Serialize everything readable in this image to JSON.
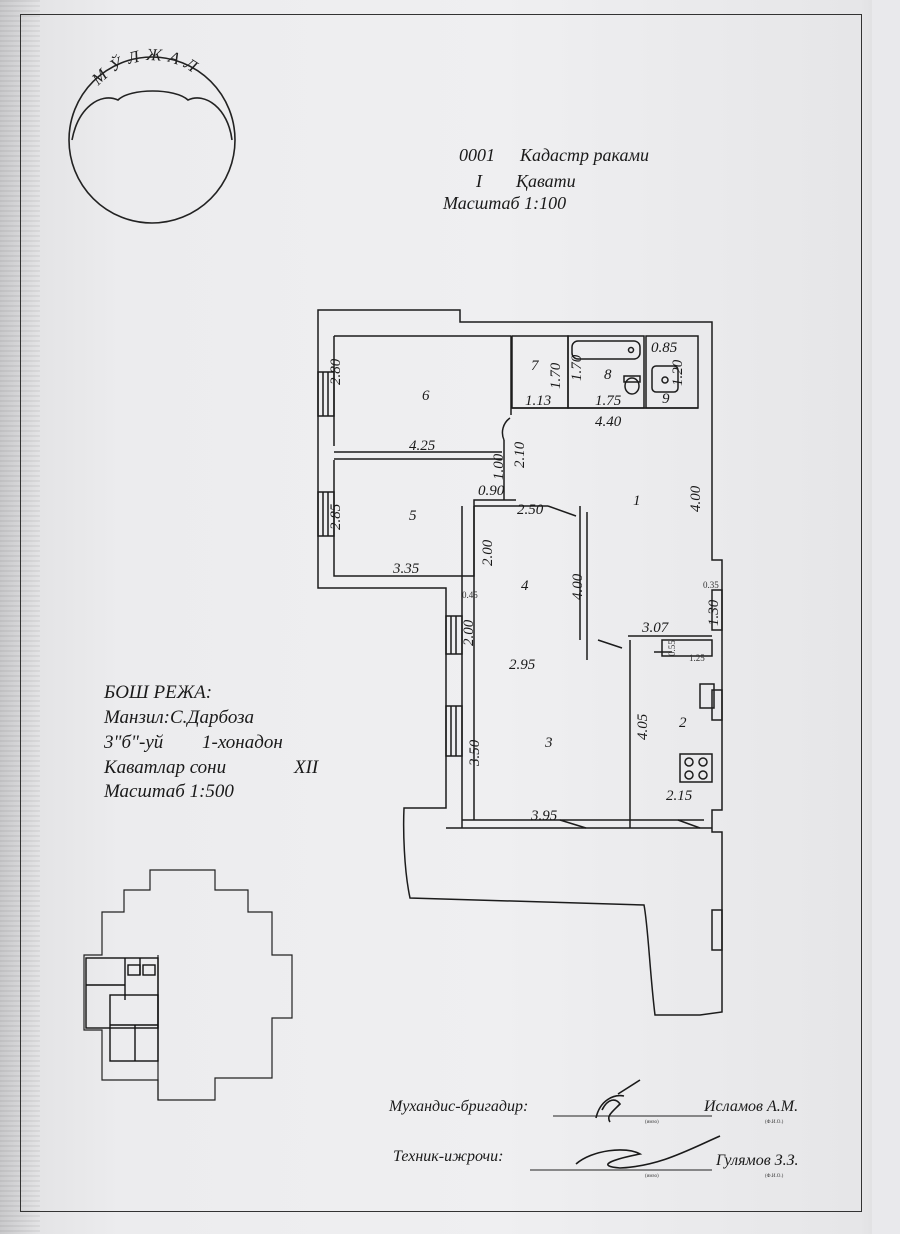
{
  "seal": {
    "text": "МЎЛЖАЛ"
  },
  "header": {
    "cadastre_number": "0001",
    "cadastre_label": "Кадастр раками",
    "floor_number": "I",
    "floor_label": "Қавати",
    "scale": "Масштаб 1:100"
  },
  "plan": {
    "rooms": [
      {
        "number": "1"
      },
      {
        "number": "2"
      },
      {
        "number": "3"
      },
      {
        "number": "4"
      },
      {
        "number": "5"
      },
      {
        "number": "6"
      },
      {
        "number": "7"
      },
      {
        "number": "8"
      },
      {
        "number": "9"
      }
    ],
    "dimensions": {
      "d1": "2.80",
      "d2": "4.25",
      "d3": "2.85",
      "d4": "3.35",
      "d5": "1.70",
      "d6": "1.13",
      "d7": "1.70",
      "d8": "1.75",
      "d9": "0.85",
      "d10": "1.20",
      "d11": "4.40",
      "d12": "2.10",
      "d13": "1.00",
      "d14": "0.90",
      "d15": "2.50",
      "d16": "4.00",
      "d17": "2.00",
      "d18": "4.00",
      "d19": "0.45",
      "d20": "2.00",
      "d21": "2.95",
      "d22": "0.35",
      "d23": "1.30",
      "d24": "3.07",
      "d25": "0.55",
      "d26": "1.25",
      "d27": "4.05",
      "d28": "3.50",
      "d29": "2.15",
      "d30": "3.95"
    }
  },
  "general_plan": {
    "title": "БОШ РЕЖА:",
    "address": "Манзил:С.Дарбоза",
    "building": "3\"б\"-уй",
    "apartment": "1-хонадон",
    "floors_label": "Каватлар сони",
    "floors_value": "XII",
    "scale": "Масштаб 1:500"
  },
  "signatures": {
    "engineer_role": "Мухандис-бригадир:",
    "engineer_name": "Исламов А.М.",
    "technician_role": "Техник-ижрочи:",
    "technician_name": "Гулямов З.З.",
    "caption_sign": "(имзо)",
    "caption_name": "(Ф.И.О.)"
  }
}
